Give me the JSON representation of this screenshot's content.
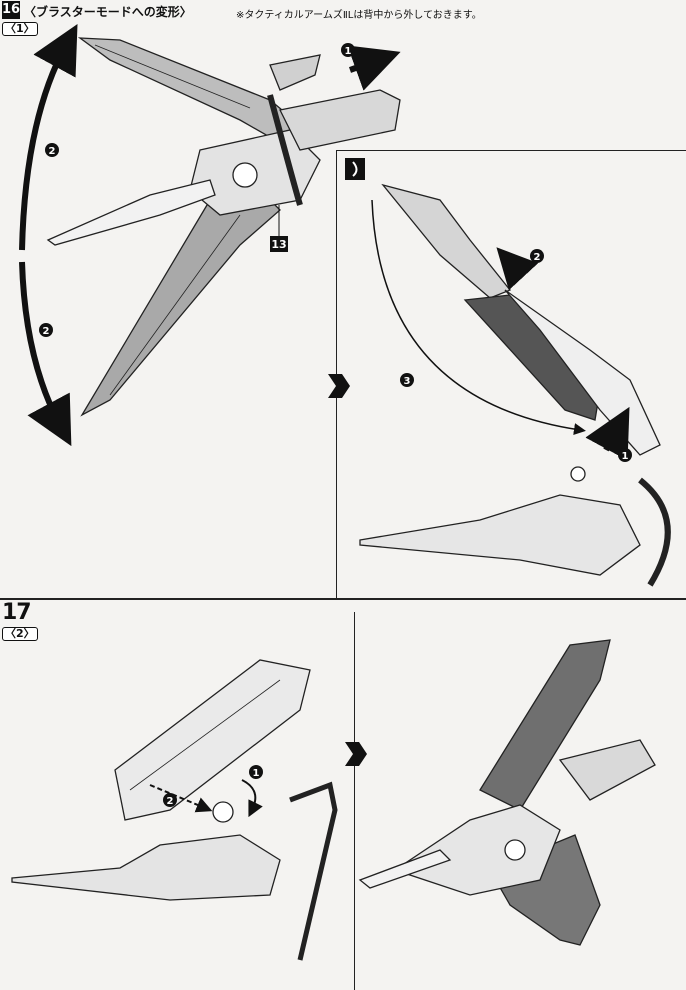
{
  "header": {
    "step": "16",
    "title": "〈ブラスターモードへの変形〉",
    "note": "※タクティカルアームズⅡLは背中から外しておきます。"
  },
  "section1": {
    "sub_label": "〈1〉",
    "part_number": "13"
  },
  "section2": {
    "step": "17",
    "sub_label": "〈2〉"
  },
  "callouts": [
    "1",
    "2",
    "3"
  ],
  "icons": [
    "part-tag-icon",
    "arrow-right-icon"
  ]
}
